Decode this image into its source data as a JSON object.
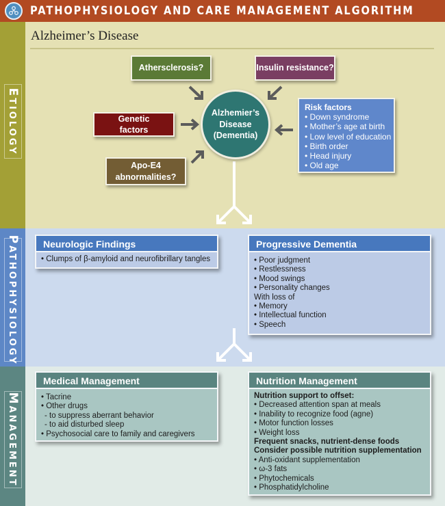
{
  "header": {
    "title": "PATHOPHYSIOLOGY AND CARE MANAGEMENT ALGORITHM",
    "logo_icon": "molecule-logo-icon"
  },
  "diagram_title": "Alzheimer’s Disease",
  "sections": {
    "etiology": {
      "label_first": "E",
      "label_rest": "TIOLOGY"
    },
    "pathophysiology": {
      "label_first": "P",
      "label_rest": "ATHOPHYSIOLOGY"
    },
    "management": {
      "label_first": "M",
      "label_rest": "ANAGEMENT"
    }
  },
  "etiology": {
    "center": {
      "line1": "Alzhemier’s",
      "line2": "Disease",
      "line3": "(Dementia)"
    },
    "causes": {
      "atherosclerosis": "Athersclerosis?",
      "insulin": "Insulin resistance?",
      "genetic_line1": "Genetic",
      "genetic_line2": "factors",
      "apo_line1": "Apo-E4",
      "apo_line2": "abnormalities?"
    },
    "risk_factors": {
      "title": "Risk factors",
      "items": [
        "• Down syndrome",
        "• Mother’s age at birth",
        "• Low level of education",
        "• Birth order",
        "• Head injury",
        "• Old age"
      ]
    }
  },
  "pathophysiology": {
    "neurologic": {
      "title": "Neurologic Findings",
      "items": [
        "• Clumps of β-amyloid and neurofibrillary tangles"
      ]
    },
    "progressive": {
      "title": "Progressive Dementia",
      "items": [
        "• Poor judgment",
        "• Restlessness",
        "• Mood swings",
        "• Personality changes"
      ],
      "subheading": "With loss of",
      "loss_items": [
        "• Memory",
        "• Intellectual function",
        "• Speech"
      ]
    }
  },
  "management": {
    "medical": {
      "title": "Medical Management",
      "items": [
        "• Tacrine",
        "• Other drugs",
        "  - to suppress aberrant behavior",
        "  - to aid disturbed sleep",
        "• Psychosocial care to family and caregivers"
      ]
    },
    "nutrition": {
      "title": "Nutrition Management",
      "heading1": "Nutrition support to offset:",
      "items1": [
        "• Decreased attention span at meals",
        "• Inability to recognize food (agne)",
        "• Motor function losses",
        "• Weight loss"
      ],
      "heading2": "Frequent snacks, nutrient-dense foods",
      "heading3": "Consider possible nutrition supplementation",
      "items2": [
        "• Anti-oxidant supplementation",
        "• ω-3 fats",
        "• Phytochemicals",
        "• Phosphatidylcholine"
      ]
    }
  },
  "colors": {
    "header": "#b24a22",
    "etiology_bg": "#e5e1b4",
    "patho_bg": "#ccdaee",
    "mgmt_bg": "#e1ebe7",
    "circle": "#2e7672",
    "risk": "#5f87cb"
  }
}
